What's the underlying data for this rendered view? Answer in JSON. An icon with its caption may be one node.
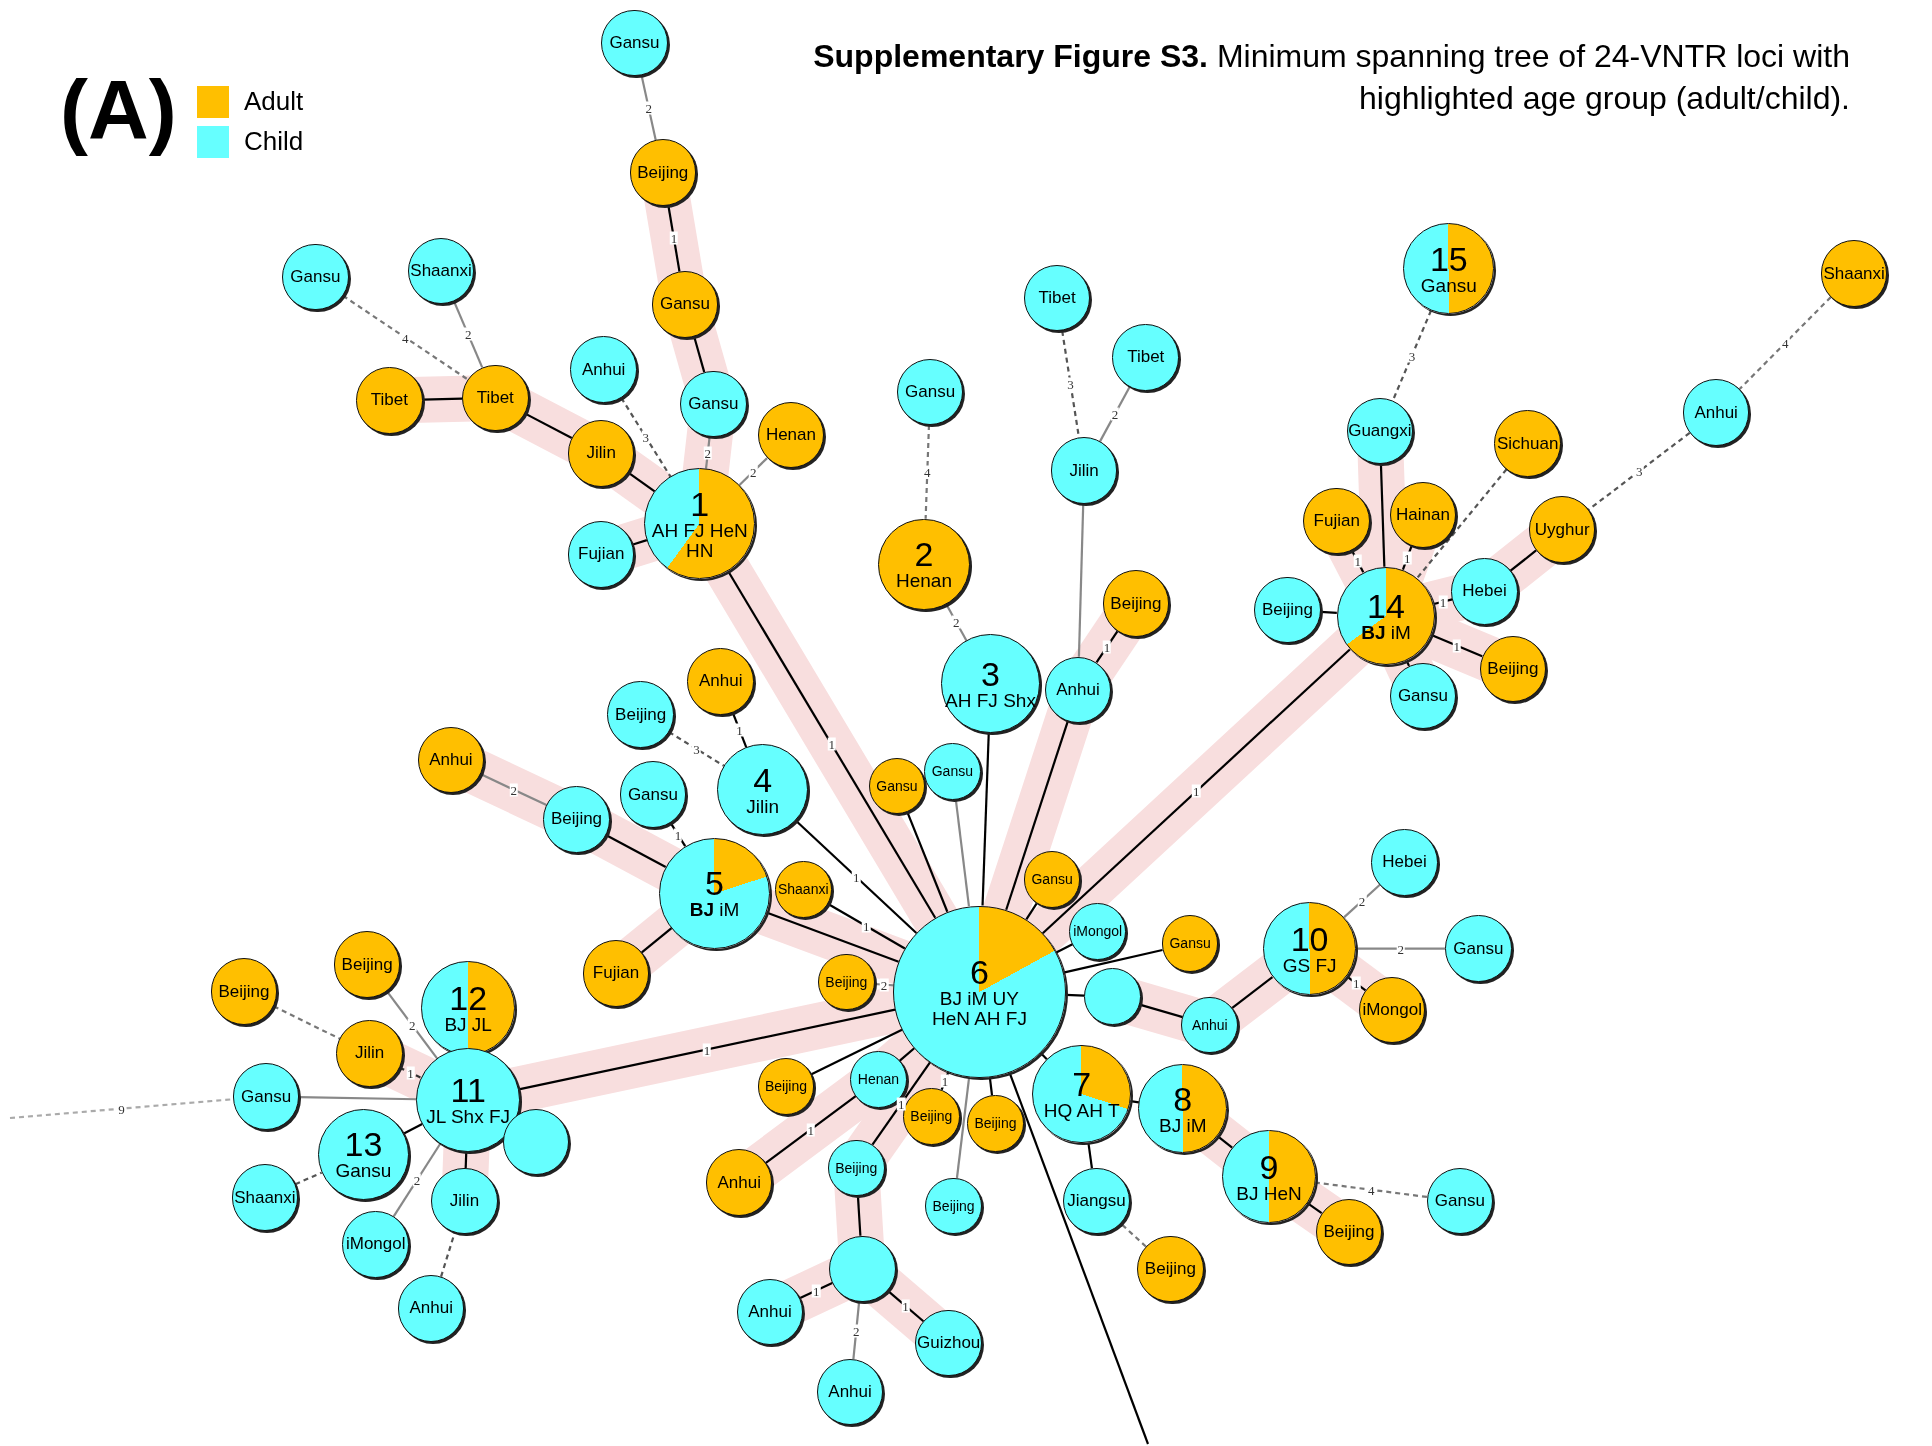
{
  "diagram": {
    "title": "**Supplementary Figure S3.** Minimum spanning tree of 24-VNTR loci with highlighted age group (adult/child).",
    "nodes": [
      {
        "text": [
          "Gansu"
        ]
      },
      {
        "text": [
          "Beijing"
        ]
      },
      {
        "text": [
          "Gansu"
        ]
      },
      {
        "text": [
          "Gansu"
        ]
      },
      {
        "text": [
          "Henan"
        ]
      },
      {
        "text": [
          "Anhui"
        ]
      },
      {
        "text": [
          "Gansu"
        ]
      },
      {
        "text": [
          "Shaanxi"
        ]
      },
      {
        "text": [
          "Tibet"
        ]
      },
      {
        "text": [
          "Tibet"
        ]
      },
      {
        "text": [
          "Jilin"
        ]
      },
      {
        "text": [
          "1",
          "AH FJ HeN HN"
        ]
      },
      {
        "text": [
          "Fujian"
        ]
      },
      {
        "text": [
          "Gansu"
        ]
      },
      {
        "text": [
          "2",
          "Henan"
        ]
      },
      {
        "text": [
          "3",
          "AH FJ Shx"
        ]
      },
      {
        "text": [
          "Tibet"
        ]
      },
      {
        "text": [
          "Tibet"
        ]
      },
      {
        "text": [
          "Jilin"
        ]
      },
      {
        "text": [
          "Beijing"
        ]
      },
      {
        "text": [
          "Anhui"
        ]
      },
      {
        "text": [
          "15",
          "Gansu"
        ]
      },
      {
        "text": [
          "Shaanxi"
        ]
      },
      {
        "text": [
          "Anhui"
        ]
      },
      {
        "text": [
          "Guangxi"
        ]
      },
      {
        "text": [
          "Sichuan"
        ]
      },
      {
        "text": [
          "Fujian"
        ]
      },
      {
        "text": [
          "Hainan"
        ]
      },
      {
        "text": [
          "Uyghur"
        ]
      },
      {
        "text": [
          "Beijing"
        ]
      },
      {
        "text": [
          "14",
          "**BJ** iM"
        ]
      },
      {
        "text": [
          "Hebei"
        ]
      },
      {
        "text": [
          "Beijing"
        ]
      },
      {
        "text": [
          "Gansu"
        ]
      },
      {
        "text": [
          "Beijing"
        ]
      },
      {
        "text": [
          "Anhui"
        ]
      },
      {
        "text": [
          "Anhui"
        ]
      },
      {
        "text": [
          "Beijing"
        ]
      },
      {
        "text": [
          "Gansu"
        ]
      },
      {
        "text": [
          "4",
          "Jilin"
        ]
      },
      {
        "text": [
          "5",
          "**BJ** iM"
        ]
      },
      {
        "text": [
          "Fujian"
        ]
      },
      {
        "text": [
          "iMongol"
        ]
      },
      {
        "text": [
          "Beijing"
        ]
      },
      {
        "text": [
          "Gansu"
        ]
      },
      {
        "text": [
          "Gansu"
        ]
      },
      {
        "text": [
          "Gansu"
        ]
      },
      {
        "text": [
          "Shaanxi"
        ]
      },
      {
        "text": [
          "Gansu"
        ]
      },
      {
        "text": [
          "6",
          "BJ iM UY HeN AH FJ"
        ]
      },
      {
        "text": [],
        "shape": "circle"
      },
      {
        "text": [
          "Anhui"
        ]
      },
      {
        "text": [
          "7",
          "HQ AH T"
        ]
      },
      {
        "text": [
          "8",
          "BJ iM"
        ]
      },
      {
        "text": [
          "10",
          "GS FJ"
        ]
      },
      {
        "text": [
          "Hebei"
        ]
      },
      {
        "text": [
          "Gansu"
        ]
      },
      {
        "text": [
          "iMongol"
        ]
      },
      {
        "text": [
          "Beijing"
        ]
      },
      {
        "text": [
          "Beijing"
        ]
      },
      {
        "text": [
          "Beijing"
        ]
      },
      {
        "text": [
          "Henan"
        ]
      },
      {
        "text": [
          "Anhui"
        ]
      },
      {
        "text": [
          "Jiangsu"
        ]
      },
      {
        "text": [
          "9",
          "BJ HeN"
        ]
      },
      {
        "text": [
          "Beijing"
        ]
      },
      {
        "text": [
          "Gansu"
        ]
      },
      {
        "text": [
          "Beijing"
        ]
      },
      {
        "text": [
          "Beijing"
        ]
      },
      {
        "text": [
          "Beijing"
        ]
      },
      {
        "text": [],
        "shape": "circle"
      },
      {
        "text": [
          "Anhui"
        ]
      },
      {
        "text": [
          "Guizhou"
        ]
      },
      {
        "text": [
          "Anhui"
        ]
      },
      {
        "text": [
          "Beijing"
        ]
      },
      {
        "text": [
          "Beijing"
        ]
      },
      {
        "text": [
          "12",
          "BJ JL"
        ]
      },
      {
        "text": [
          "Jilin"
        ]
      },
      {
        "text": [
          "Gansu"
        ]
      },
      {
        "text": [
          "13",
          "Gansu"
        ]
      },
      {
        "text": [
          "11",
          "JL Shx FJ"
        ]
      },
      {
        "text": [],
        "shape": "circle"
      },
      {
        "text": [
          "Shaanxi"
        ]
      },
      {
        "text": [
          "iMongol"
        ]
      },
      {
        "text": [
          "Jilin"
        ]
      },
      {
        "text": [
          "Anhui"
        ]
      }
    ],
    "edges": [
      {
        "from": 0,
        "to": 1,
        "arrow": "none",
        "label": "2",
        "color": "#888888"
      },
      {
        "from": 1,
        "to": 2,
        "arrow": "none",
        "label": "1"
      },
      {
        "from": 2,
        "to": 3,
        "arrow": "none"
      },
      {
        "from": 3,
        "to": 11,
        "arrow": "none",
        "label": "2",
        "color": "#888888"
      },
      {
        "from": 4,
        "to": 11,
        "arrow": "none",
        "label": "2",
        "color": "#888888"
      },
      {
        "from": 5,
        "to": 11,
        "arrow": "none",
        "label": "3",
        "style": "dashed",
        "color": "#555555"
      },
      {
        "from": 6,
        "to": 9,
        "arrow": "none",
        "label": "4",
        "style": "dashed",
        "color": "#777777"
      },
      {
        "from": 7,
        "to": 9,
        "arrow": "none",
        "label": "2",
        "color": "#888888"
      },
      {
        "from": 8,
        "to": 9,
        "arrow": "none"
      },
      {
        "from": 9,
        "to": 10,
        "arrow": "none"
      },
      {
        "from": 10,
        "to": 11,
        "arrow": "none"
      },
      {
        "from": 12,
        "to": 11,
        "arrow": "none"
      },
      {
        "from": 11,
        "to": 49,
        "arrow": "none",
        "label": "1"
      },
      {
        "from": 13,
        "to": 14,
        "arrow": "none",
        "label": "4",
        "style": "dashed",
        "color": "#777777"
      },
      {
        "from": 14,
        "to": 15,
        "arrow": "none",
        "label": "2",
        "color": "#888888"
      },
      {
        "from": 15,
        "to": 49,
        "arrow": "none"
      },
      {
        "from": 16,
        "to": 18,
        "arrow": "none",
        "label": "3",
        "style": "dashed",
        "color": "#555555"
      },
      {
        "from": 17,
        "to": 18,
        "arrow": "none",
        "label": "2",
        "color": "#888888"
      },
      {
        "from": 18,
        "to": 20,
        "arrow": "none",
        "color": "#888888"
      },
      {
        "from": 19,
        "to": 20,
        "arrow": "none",
        "label": "1"
      },
      {
        "from": 20,
        "to": 49,
        "arrow": "none"
      },
      {
        "from": 21,
        "to": 24,
        "arrow": "none",
        "label": "3",
        "style": "dashed",
        "color": "#555555"
      },
      {
        "from": 22,
        "to": 23,
        "arrow": "none",
        "label": "4",
        "style": "dashed",
        "color": "#777777"
      },
      {
        "from": 23,
        "to": 28,
        "arrow": "none",
        "label": "3",
        "style": "dashed",
        "color": "#555555"
      },
      {
        "from": 24,
        "to": 30,
        "arrow": "none"
      },
      {
        "from": 25,
        "to": 30,
        "arrow": "none",
        "style": "dashed",
        "color": "#555555"
      },
      {
        "from": 26,
        "to": 30,
        "arrow": "none",
        "label": "1"
      },
      {
        "from": 27,
        "to": 30,
        "arrow": "none",
        "label": "1"
      },
      {
        "from": 28,
        "to": 31,
        "arrow": "none"
      },
      {
        "from": 31,
        "to": 30,
        "arrow": "none",
        "label": "1"
      },
      {
        "from": 29,
        "to": 30,
        "arrow": "none"
      },
      {
        "from": 32,
        "to": 30,
        "arrow": "none",
        "label": "1"
      },
      {
        "from": 33,
        "to": 30,
        "arrow": "none"
      },
      {
        "from": 30,
        "to": 49,
        "arrow": "none",
        "label": "1"
      },
      {
        "from": 34,
        "to": 39,
        "arrow": "none",
        "label": "3",
        "style": "dashed",
        "color": "#555555"
      },
      {
        "from": 35,
        "to": 39,
        "arrow": "none",
        "label": "1"
      },
      {
        "from": 36,
        "to": 37,
        "arrow": "none",
        "label": "2",
        "color": "#888888"
      },
      {
        "from": 37,
        "to": 40,
        "arrow": "none"
      },
      {
        "from": 38,
        "to": 40,
        "arrow": "none",
        "label": "1"
      },
      {
        "from": 39,
        "to": 49,
        "arrow": "none",
        "label": "1"
      },
      {
        "from": 40,
        "to": 49,
        "arrow": "none"
      },
      {
        "from": 41,
        "to": 40,
        "arrow": "none"
      },
      {
        "from": 42,
        "to": 49,
        "arrow": "none"
      },
      {
        "from": 43,
        "to": 49,
        "arrow": "none"
      },
      {
        "from": 44,
        "to": 49,
        "arrow": "none",
        "color": "#888888"
      },
      {
        "from": 45,
        "to": 49,
        "arrow": "none"
      },
      {
        "from": 46,
        "to": 49,
        "arrow": "none"
      },
      {
        "from": 47,
        "to": 49,
        "arrow": "none",
        "label": "1"
      },
      {
        "from": 48,
        "to": 49,
        "arrow": "none"
      },
      {
        "from": 50,
        "to": 49,
        "arrow": "none"
      },
      {
        "from": 51,
        "to": 50,
        "arrow": "none"
      },
      {
        "from": 52,
        "to": 49,
        "arrow": "none"
      },
      {
        "from": 53,
        "to": 52,
        "arrow": "none"
      },
      {
        "from": 54,
        "to": 51,
        "arrow": "none"
      },
      {
        "from": 55,
        "to": 54,
        "arrow": "none",
        "label": "2",
        "color": "#888888"
      },
      {
        "from": 56,
        "to": 54,
        "arrow": "none",
        "label": "2",
        "color": "#888888"
      },
      {
        "from": 57,
        "to": 54,
        "arrow": "none",
        "label": "1"
      },
      {
        "from": 58,
        "to": 49,
        "arrow": "none",
        "label": "2",
        "color": "#888888"
      },
      {
        "from": 59,
        "to": 49,
        "arrow": "none",
        "label": "1"
      },
      {
        "from": 60,
        "to": 49,
        "arrow": "none"
      },
      {
        "from": 61,
        "to": 49,
        "arrow": "none"
      },
      {
        "from": 62,
        "to": 61,
        "arrow": "none",
        "label": "1"
      },
      {
        "from": 63,
        "to": 52,
        "arrow": "none"
      },
      {
        "from": 64,
        "to": 53,
        "arrow": "none"
      },
      {
        "from": 65,
        "to": 64,
        "arrow": "none"
      },
      {
        "from": 66,
        "to": 64,
        "arrow": "none",
        "label": "4",
        "style": "dashed",
        "color": "#777777"
      },
      {
        "from": 67,
        "to": 49,
        "arrow": "none",
        "label": "1"
      },
      {
        "from": 68,
        "to": 49,
        "arrow": "none",
        "color": "#888888"
      },
      {
        "from": 69,
        "to": 63,
        "arrow": "none",
        "style": "dashed",
        "color": "#777777"
      },
      {
        "from": 70,
        "to": 67,
        "arrow": "none"
      },
      {
        "from": 71,
        "to": 70,
        "arrow": "none",
        "label": "1"
      },
      {
        "from": 72,
        "to": 70,
        "arrow": "none",
        "label": "1"
      },
      {
        "from": 73,
        "to": 70,
        "arrow": "none",
        "label": "2",
        "color": "#888888"
      },
      {
        "from": 49,
        "to": null,
        "arrow": "none"
      },
      {
        "from": 74,
        "to": 77,
        "arrow": "none",
        "style": "dashed",
        "color": "#777777"
      },
      {
        "from": 75,
        "to": 80,
        "arrow": "none",
        "label": "2",
        "color": "#888888"
      },
      {
        "from": 77,
        "to": 80,
        "arrow": "none",
        "label": "1",
        "style": "dashed",
        "color": "#333333"
      },
      {
        "from": 78,
        "to": 80,
        "arrow": "none",
        "color": "#888888"
      },
      {
        "from": null,
        "to": 78,
        "arrow": "none",
        "label": "9",
        "style": "dashed",
        "color": "#aaaaaa"
      },
      {
        "from": 79,
        "to": 80,
        "arrow": "none"
      },
      {
        "from": 80,
        "to": 49,
        "arrow": "none",
        "label": "1"
      },
      {
        "from": 80,
        "to": 81,
        "arrow": "none"
      },
      {
        "from": 82,
        "to": 79,
        "arrow": "none",
        "style": "dashed",
        "color": "#555555"
      },
      {
        "from": 83,
        "to": 80,
        "arrow": "none",
        "label": "2",
        "color": "#888888"
      },
      {
        "from": 84,
        "to": 80,
        "arrow": "none"
      },
      {
        "from": 85,
        "to": 84,
        "arrow": "none",
        "style": "dashed",
        "color": "#555555"
      }
    ],
    "labels": [
      "(A)"
    ],
    "legend": [
      {
        "text": "Adult",
        "color": "#ffbf00"
      },
      {
        "text": "Child",
        "color": "#66ffff"
      }
    ]
  }
}
